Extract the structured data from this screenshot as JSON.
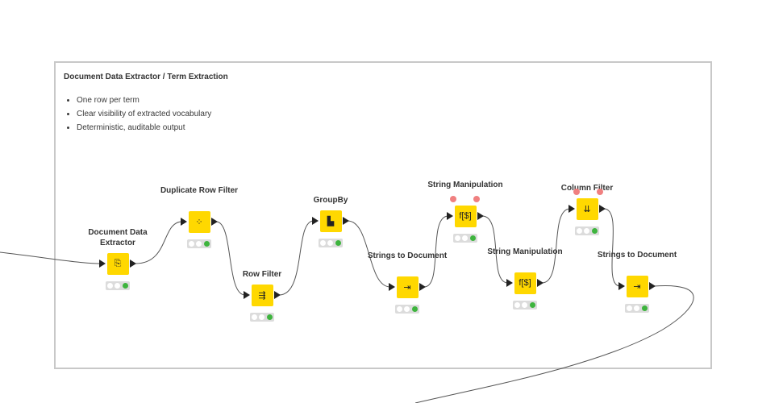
{
  "annotation": {
    "title": "Document Data Extractor / Term Extraction",
    "bullets": [
      "One row per term",
      "Clear visibility of extracted vocabulary",
      "Deterministic, auditable output"
    ]
  },
  "nodes": [
    {
      "label": "Document Data Extractor",
      "icon": "document-extract-icon",
      "glyph": "⎘"
    },
    {
      "label": "Duplicate Row Filter",
      "icon": "duplicate-dots-icon",
      "glyph": "⁘"
    },
    {
      "label": "Row Filter",
      "icon": "row-filter-icon",
      "glyph": "⇶"
    },
    {
      "label": "GroupBy",
      "icon": "groupby-icon",
      "glyph": "▙"
    },
    {
      "label": "Strings to Document",
      "icon": "document-convert-icon",
      "glyph": "⇥"
    },
    {
      "label": "String Manipulation",
      "icon": "function-icon",
      "glyph": "f[$]"
    },
    {
      "label": "String Manipulation",
      "icon": "function-icon",
      "glyph": "f[$]"
    },
    {
      "label": "Column Filter",
      "icon": "column-filter-icon",
      "glyph": "⇊"
    },
    {
      "label": "Strings to Document",
      "icon": "document-convert-icon",
      "glyph": "⇥"
    }
  ],
  "colors": {
    "node": "#ffd800",
    "status_ok": "#3eb43e",
    "warning_port": "#f08080"
  }
}
